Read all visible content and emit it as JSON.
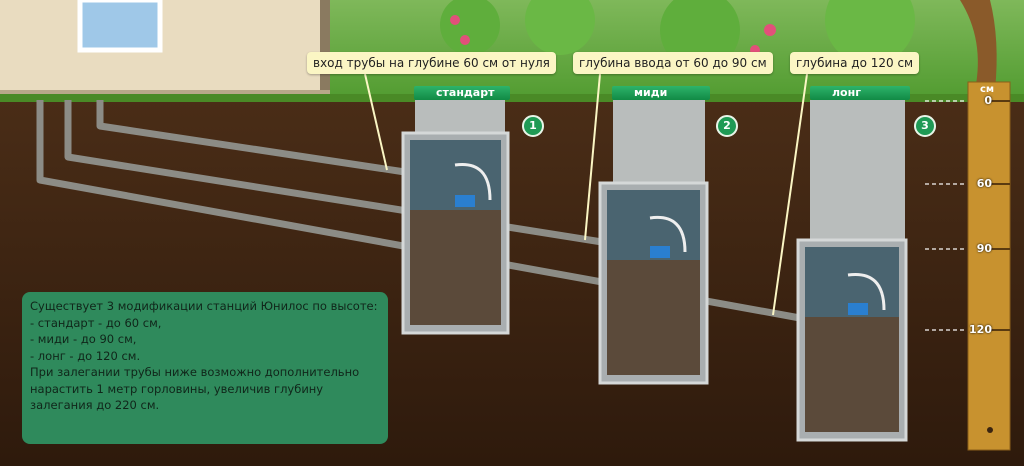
{
  "callouts": [
    "вход трубы на глубине 60 см от нуля",
    "глубина ввода от 60 до 90 см",
    "глубина до 120 см"
  ],
  "stations": [
    {
      "name": "стандарт",
      "number": "1"
    },
    {
      "name": "миди",
      "number": "2"
    },
    {
      "name": "лонг",
      "number": "3"
    }
  ],
  "ruler": {
    "unit": "см",
    "ticks": [
      "0",
      "60",
      "90",
      "120"
    ]
  },
  "info": {
    "lines": [
      "Существует 3 модификации станций Юнилос по высоте:",
      "- стандарт - до 60 см,",
      "- миди - до 90 см,",
      "- лонг - до 120 см.",
      "При залегании трубы ниже возможно дополнительно нарастить 1 метр горловины, увеличив глубину залегания до 220 см."
    ]
  },
  "colors": {
    "soil": "#3b2414",
    "grass": "#4f9a2e",
    "box": "#2f8a5c",
    "ruler": "#c8922f",
    "callout": "#fbf6c4"
  }
}
